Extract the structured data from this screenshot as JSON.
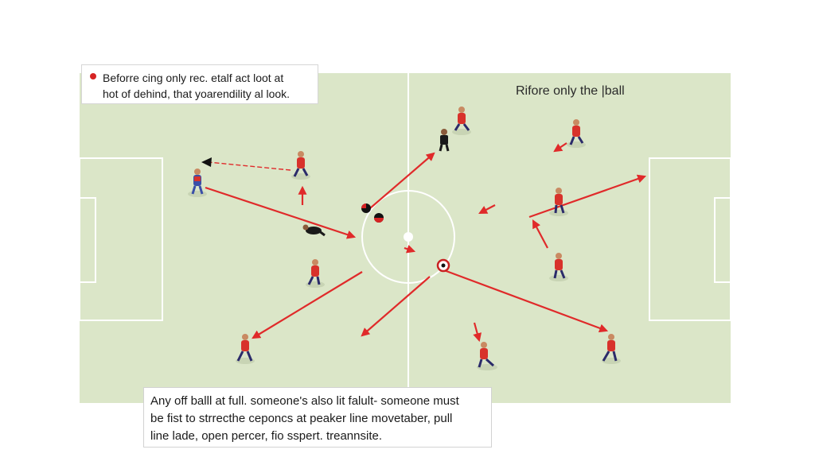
{
  "top_note": {
    "line1": "Beforre cing only rec. etalf act loot at",
    "line2": "hot of dehind, that yoarendility al look."
  },
  "right_label": "Rifore only the |ball",
  "bottom_note": {
    "line1": "Any off balll at full. someone's also lit falult- someone must",
    "line2": "be fist to strrecthe ceponcs at peaker line movetaber, pull",
    "line3": "line lade, open percer, fio sspert. treannsite."
  },
  "colors": {
    "pitch": "#dbe6c8",
    "pitch_lines": "#ffffff",
    "arrow": "#e02a2a",
    "player_shirt": "#d8322b",
    "player_alt": "#3a4fa8",
    "referee": "#1a1a1a"
  },
  "icons": [
    "player-icon",
    "ball-icon",
    "referee-icon",
    "arrow-icon"
  ]
}
